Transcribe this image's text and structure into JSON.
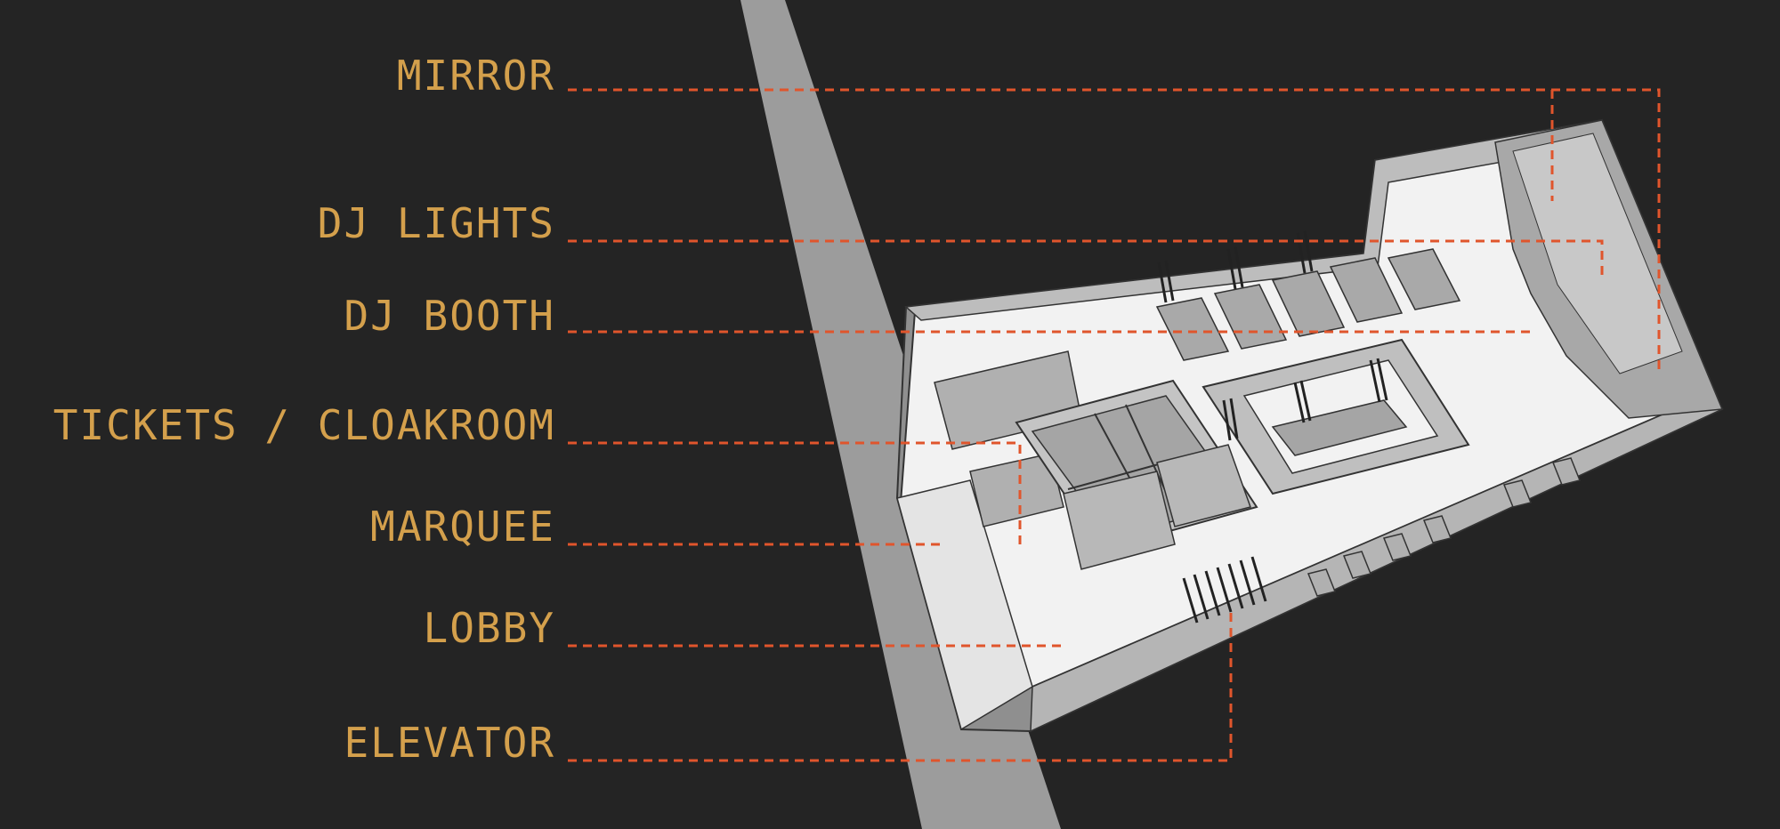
{
  "labels": {
    "mirror": "MIRROR",
    "dj_lights": "DJ LIGHTS",
    "dj_booth": "DJ BOOTH",
    "tickets_cloakroom": "TICKETS / CLOAKROOM",
    "marquee": "MARQUEE",
    "lobby": "LOBBY",
    "elevator": "ELEVATOR"
  },
  "colors": {
    "background": "#242424",
    "label_text": "#d4a04c",
    "leader_line": "#e0552c",
    "street": "#9c9c9c",
    "floor": "#f2f2f2",
    "wall": "#a6a6a6"
  }
}
